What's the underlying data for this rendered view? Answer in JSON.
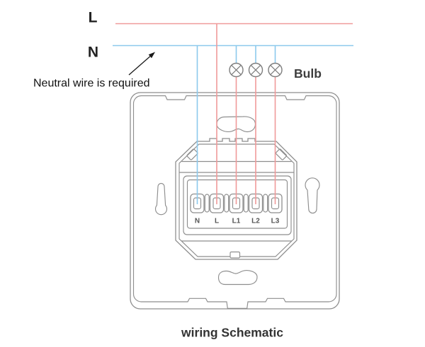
{
  "diagram": {
    "caption": "wiring Schematic",
    "power_lines": {
      "live_label": "L",
      "neutral_label": "N"
    },
    "annotation": {
      "neutral_note": "Neutral wire is required"
    },
    "bulbs": {
      "label": "Bulb",
      "count": 3
    },
    "switch": {
      "terminals": [
        "N",
        "L",
        "L1",
        "L2",
        "L3"
      ]
    }
  },
  "colors": {
    "live": "#F09A9A",
    "neutral": "#8CC9EC",
    "outline": "#8E8E8E",
    "text": "#232323"
  }
}
